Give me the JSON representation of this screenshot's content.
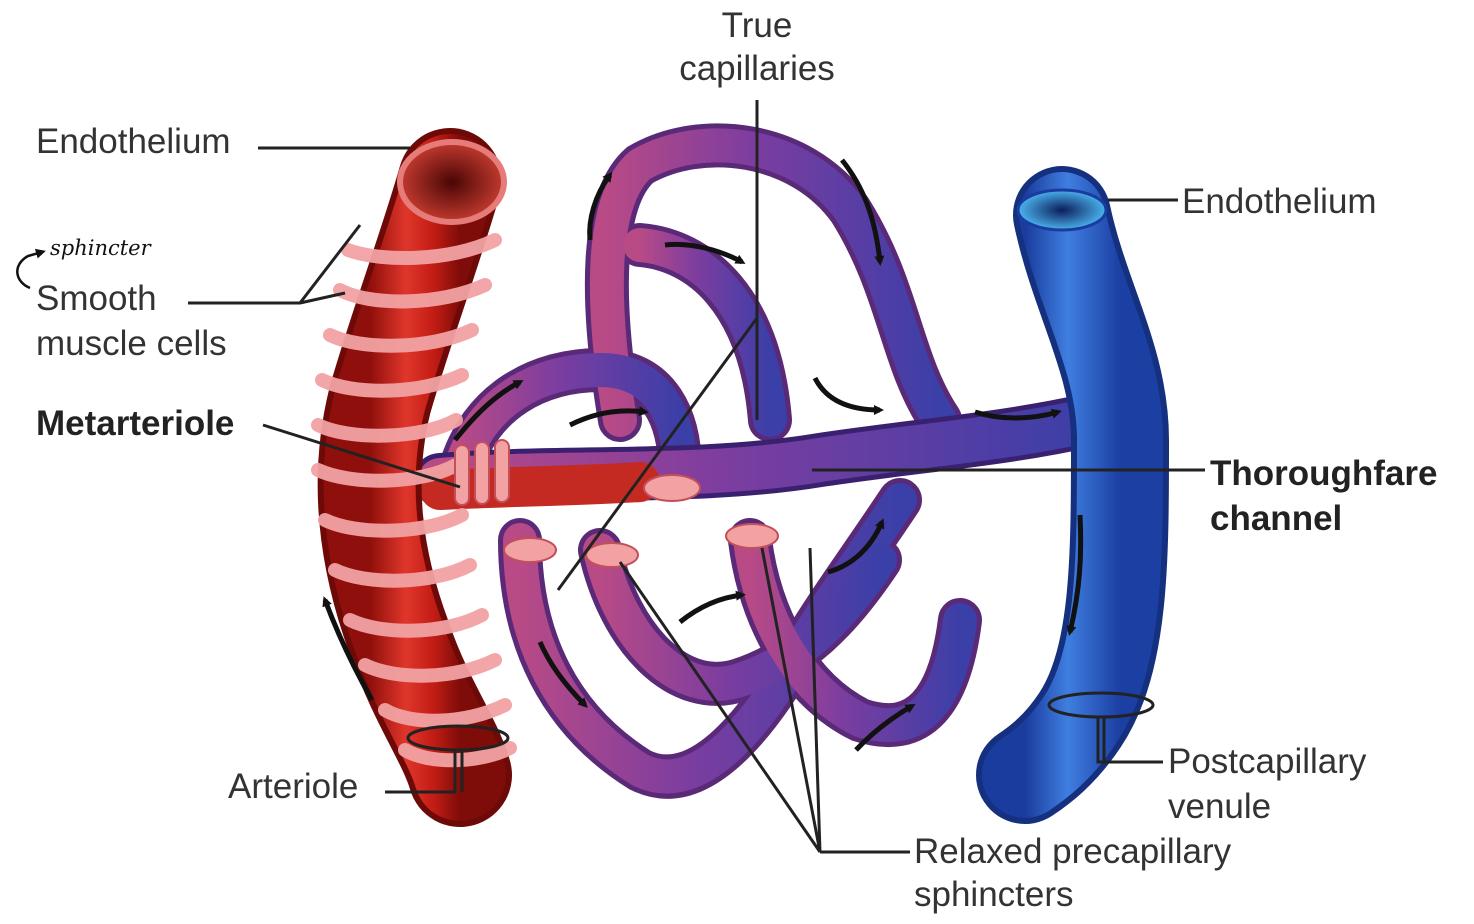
{
  "labels": {
    "true_capillaries": [
      "True",
      "capillaries"
    ],
    "endothelium_left": "Endothelium",
    "endothelium_right": "Endothelium",
    "handwritten_note": "sphincter",
    "smooth_muscle": [
      "Smooth",
      "muscle cells"
    ],
    "metarteriole": "Metarteriole",
    "thoroughfare": [
      "Thoroughfare",
      "channel"
    ],
    "arteriole": "Arteriole",
    "postcapillary": [
      "Postcapillary",
      "venule"
    ],
    "relaxed": [
      "Relaxed precapillary",
      "sphincters"
    ]
  },
  "colors": {
    "arteriole": "#d9241c",
    "arteriole_dark": "#8e0f0b",
    "muscle_band": "#f2a2a3",
    "capillary": "#8a3f9e",
    "capillary_mid": "#5a3c9a",
    "venule": "#2b56c9",
    "venule_light": "#4aa8e8",
    "leader_line": "#222222",
    "arrow": "#111111"
  }
}
